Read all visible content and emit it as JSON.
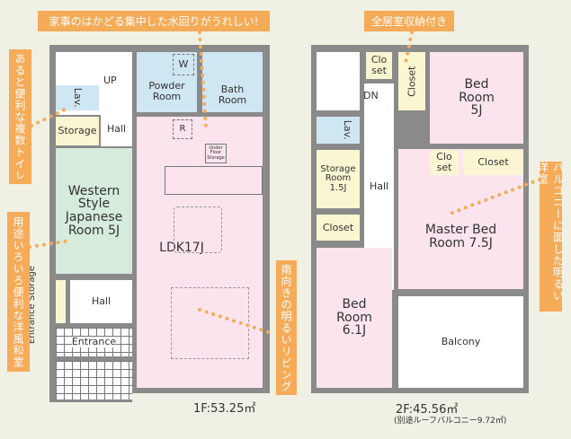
{
  "annotations": {
    "kitchen_water": "家事のはかどる集中した水回りがうれしい!",
    "toilets": "あると便利な複数トイレ",
    "japanese_room": "用途いろいろ便利な洋風和室",
    "living": "南向きの明るいリビング",
    "storage_all": "全居室収納付き",
    "balcony_room": "バルコニーに面した明るい洋室"
  },
  "floor1": {
    "area": "1F:53.25㎡",
    "rooms": {
      "up": "UP",
      "hall_top": "Hall",
      "lav": "Lav.",
      "powder_w": "W",
      "powder": "Powder Room",
      "bath": "Bath Room",
      "storage": "Storage",
      "r": "R",
      "under_floor": "Under Floor Storage",
      "japanese": "Western Style Japanese Room 5J",
      "ldk": "LDK17J",
      "entrance_storage": "Entrance Storage",
      "hall": "Hall",
      "entrance": "Entrance"
    }
  },
  "floor2": {
    "area": "2F:45.56㎡",
    "note": "(別途ルーフバルコニー9.72㎡)",
    "rooms": {
      "closet_small1": "Clo set",
      "closet_vert": "Closet",
      "dn": "DN",
      "bed5": "Bed Room 5J",
      "lav": "Lav.",
      "hall": "Hall",
      "storage_room": "Storage Room 1.5J",
      "closet_left": "Closet",
      "bed61": "Bed Room 6.1J",
      "closet_small2": "Clo set",
      "closet_master": "Closet",
      "master": "Master Bed Room 7.5J",
      "balcony": "Balcony"
    }
  }
}
